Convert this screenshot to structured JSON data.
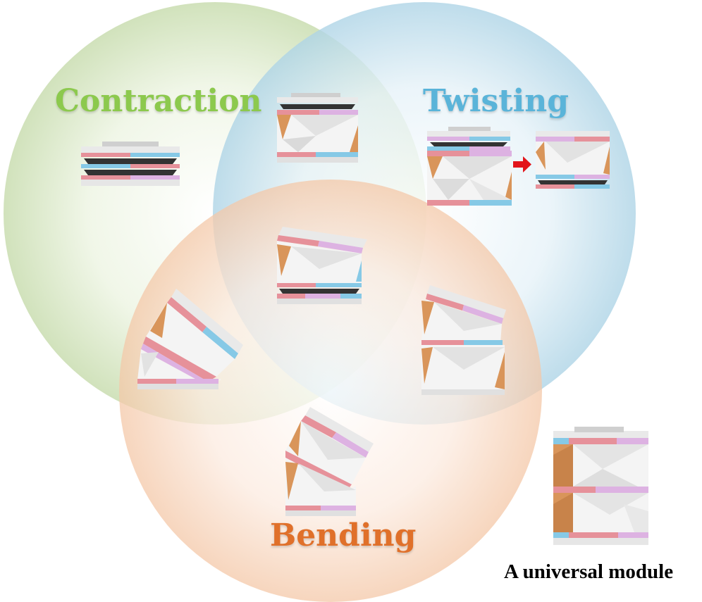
{
  "labels": {
    "contraction": "Contraction",
    "twisting": "Twisting",
    "bending": "Bending",
    "universal_module": "A universal module"
  },
  "colors": {
    "contraction": "#8cc94d",
    "twisting": "#5ab4d9",
    "bending": "#e0702a",
    "circle_contraction": "#c9ddb0",
    "circle_twisting": "#aed4e6",
    "circle_bending": "#f4c8a8",
    "band_pink": "#e6919a",
    "band_lilac": "#ddb2e2",
    "band_blue": "#86c9e6",
    "facet_orange": "#d9955a",
    "arrow": "#e2141a"
  },
  "modules": [
    {
      "id": "contraction-only",
      "state": "contracted"
    },
    {
      "id": "contraction-twisting",
      "state": "contracted-twisted"
    },
    {
      "id": "twisting-before",
      "state": "twisted"
    },
    {
      "id": "twisting-after",
      "state": "twisted"
    },
    {
      "id": "all-three",
      "state": "contracted-twisted-bent"
    },
    {
      "id": "contraction-bending",
      "state": "contracted-bent"
    },
    {
      "id": "twisting-bending",
      "state": "twisted-bent"
    },
    {
      "id": "bending-only",
      "state": "bent"
    },
    {
      "id": "universal",
      "state": "rest"
    }
  ]
}
